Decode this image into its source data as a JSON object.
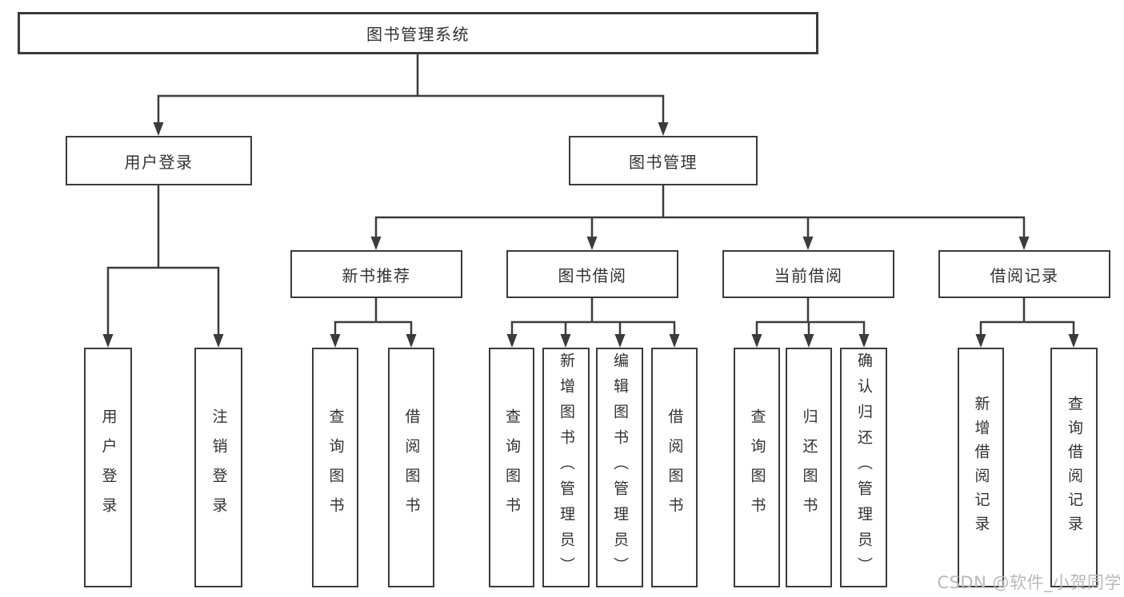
{
  "diagram": {
    "type": "tree-diagram",
    "colors": {
      "line": "#3b3b3b",
      "box_border": "#3b3b3b",
      "box_fill": "#ffffff",
      "text": "#323232",
      "watermark_text": "#b9b9b9"
    },
    "root": {
      "label": "图书管理系统",
      "children": [
        {
          "label": "用户登录",
          "children": [
            {
              "label": "用户登录"
            },
            {
              "label": "注销登录"
            }
          ]
        },
        {
          "label": "图书管理",
          "children": [
            {
              "label": "新书推荐",
              "children": [
                {
                  "label": "查询图书"
                },
                {
                  "label": "借阅图书"
                }
              ]
            },
            {
              "label": "图书借阅",
              "children": [
                {
                  "label": "查询图书"
                },
                {
                  "label": "新增图书（管理员）"
                },
                {
                  "label": "编辑图书（管理员）"
                },
                {
                  "label": "借阅图书"
                }
              ]
            },
            {
              "label": "当前借阅",
              "children": [
                {
                  "label": "查询图书"
                },
                {
                  "label": "归还图书"
                },
                {
                  "label": "确认归还（管理员）"
                }
              ]
            },
            {
              "label": "借阅记录",
              "children": [
                {
                  "label": "新增借阅记录"
                },
                {
                  "label": "查询借阅记录"
                }
              ]
            }
          ]
        }
      ]
    }
  },
  "watermark": {
    "text": "CSDN @软件_小贺同学"
  }
}
